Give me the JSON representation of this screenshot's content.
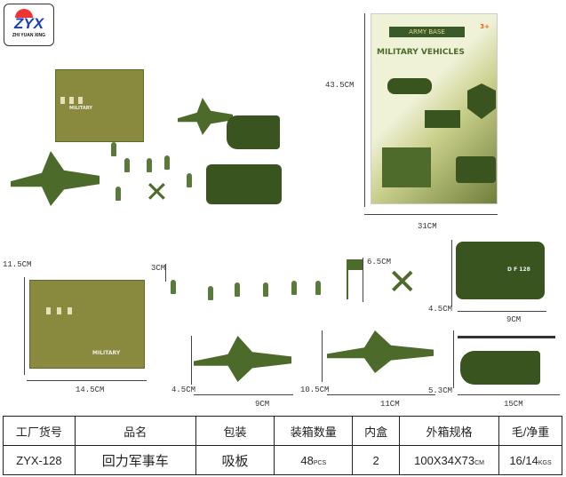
{
  "logo": {
    "brand": "ZYX",
    "name": "ZHI YUAN XING"
  },
  "package": {
    "header": "ARMY BASE",
    "title": "MILITARY VEHICLES",
    "age": "3+"
  },
  "toy_labels": {
    "building": "MILITARY",
    "jeep": "D F 128"
  },
  "dimensions": {
    "card_height": "43.5CM",
    "card_width": "31CM",
    "building_height": "11.5CM",
    "building_width": "14.5CM",
    "soldier_height": "3CM",
    "flag_height": "6.5CM",
    "jeep_height": "4.5CM",
    "jeep_length": "9CM",
    "jet1_height": "4.5CM",
    "jet1_length": "9CM",
    "jet2_height": "10.5CM",
    "jet2_length": "11CM",
    "heli_height": "5.3CM",
    "heli_length": "15CM"
  },
  "table": {
    "headers": [
      "工厂货号",
      "品名",
      "包装",
      "装箱数量",
      "内盒",
      "外箱规格",
      "毛/净重"
    ],
    "row": {
      "item_no": "ZYX-128",
      "name": "回力军事车",
      "packing": "吸板",
      "qty": "48",
      "qty_unit": "PCS",
      "inner": "2",
      "carton": "100X34X73",
      "carton_unit": "CM",
      "weight": "16/14",
      "weight_unit": "KGS"
    }
  }
}
